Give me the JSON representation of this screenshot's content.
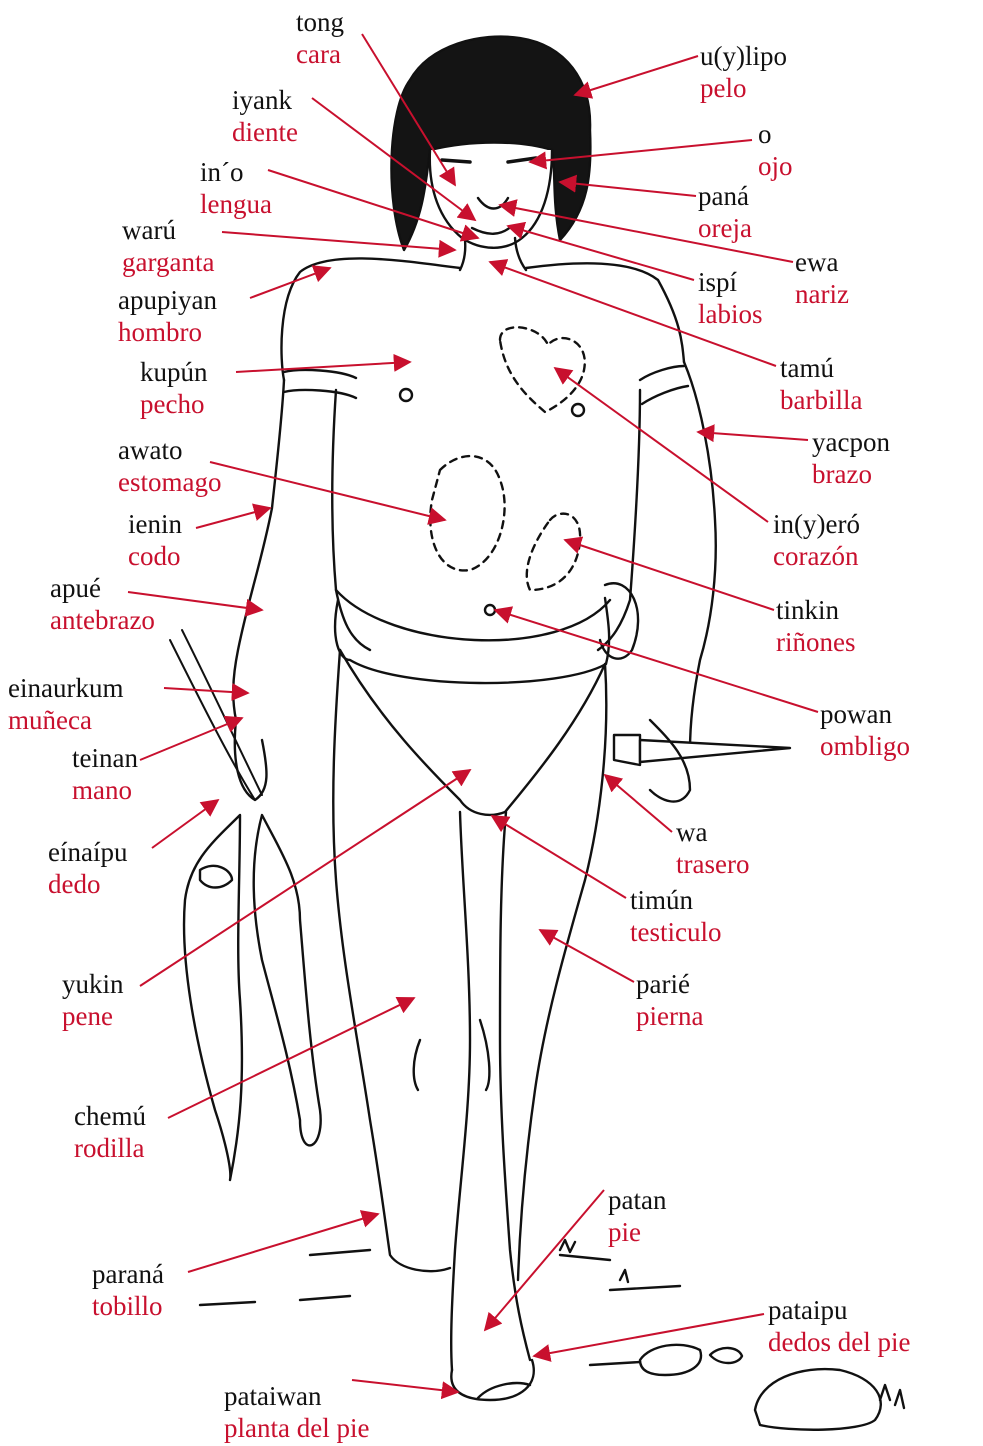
{
  "colors": {
    "native": "#111111",
    "spanish": "#c8102e",
    "line": "#111111",
    "arrow": "#c8102e"
  },
  "labels": [
    {
      "id": "cara",
      "native": "tong",
      "spanish": "cara"
    },
    {
      "id": "pelo",
      "native": "u(y)lipo",
      "spanish": "pelo"
    },
    {
      "id": "diente",
      "native": "iyank",
      "spanish": "diente"
    },
    {
      "id": "ojo",
      "native": "o",
      "spanish": "ojo"
    },
    {
      "id": "lengua",
      "native": "in´o",
      "spanish": "lengua"
    },
    {
      "id": "oreja",
      "native": "paná",
      "spanish": "oreja"
    },
    {
      "id": "garganta",
      "native": "warú",
      "spanish": "garganta"
    },
    {
      "id": "nariz",
      "native": "ewa",
      "spanish": "nariz"
    },
    {
      "id": "labios",
      "native": "ispí",
      "spanish": "labios"
    },
    {
      "id": "hombro",
      "native": "apupiyan",
      "spanish": "hombro"
    },
    {
      "id": "barbilla",
      "native": "tamú",
      "spanish": "barbilla"
    },
    {
      "id": "pecho",
      "native": "kupún",
      "spanish": "pecho"
    },
    {
      "id": "brazo",
      "native": "yacpon",
      "spanish": "brazo"
    },
    {
      "id": "estomago",
      "native": "awato",
      "spanish": "estomago"
    },
    {
      "id": "corazon",
      "native": "in(y)eró",
      "spanish": "corazón"
    },
    {
      "id": "codo",
      "native": "ienin",
      "spanish": "codo"
    },
    {
      "id": "antebrazo",
      "native": "apué",
      "spanish": "antebrazo"
    },
    {
      "id": "rinones",
      "native": "tinkin",
      "spanish": "riñones"
    },
    {
      "id": "muneca",
      "native": "einaurkum",
      "spanish": "muñeca"
    },
    {
      "id": "ombligo",
      "native": "powan",
      "spanish": "ombligo"
    },
    {
      "id": "mano",
      "native": "teinan",
      "spanish": "mano"
    },
    {
      "id": "trasero",
      "native": "wa",
      "spanish": "trasero"
    },
    {
      "id": "dedo",
      "native": "eínaípu",
      "spanish": "dedo"
    },
    {
      "id": "testiculo",
      "native": "timún",
      "spanish": "testiculo"
    },
    {
      "id": "pierna",
      "native": "parié",
      "spanish": "pierna"
    },
    {
      "id": "pene",
      "native": "yukin",
      "spanish": "pene"
    },
    {
      "id": "rodilla",
      "native": "chemú",
      "spanish": "rodilla"
    },
    {
      "id": "pie",
      "native": "patan",
      "spanish": "pie"
    },
    {
      "id": "tobillo",
      "native": "paraná",
      "spanish": "tobillo"
    },
    {
      "id": "dedos-pie",
      "native": "pataipu",
      "spanish": "dedos del pie"
    },
    {
      "id": "planta-pie",
      "native": "pataiwan",
      "spanish": "planta del pie"
    }
  ]
}
